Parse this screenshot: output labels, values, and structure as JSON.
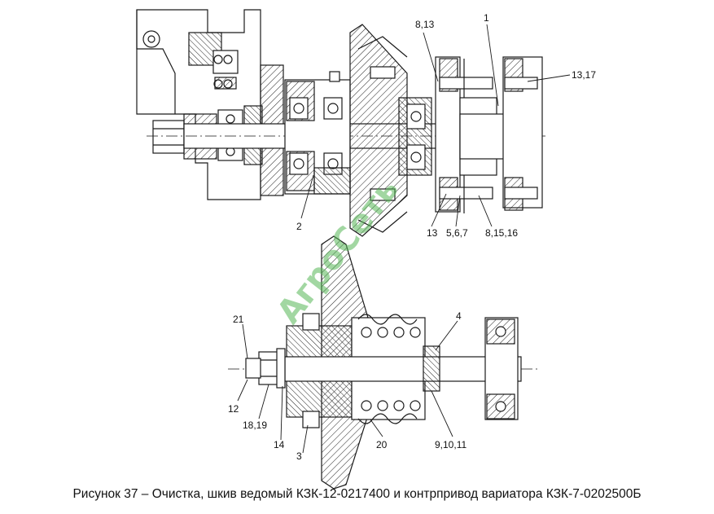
{
  "labels": {
    "l_8_13": "8,13",
    "l_1": "1",
    "l_13_17": "13,17",
    "l_2": "2",
    "l_13": "13",
    "l_5_6_7": "5,6,7",
    "l_8_15_16": "8,15,16",
    "l_4": "4",
    "l_21": "21",
    "l_12": "12",
    "l_18_19": "18,19",
    "l_14": "14",
    "l_3": "3",
    "l_20": "20",
    "l_9_10_11": "9,10,11"
  },
  "watermark": "АгроСеть",
  "caption": "Рисунок 37 – Очистка, шкив ведомый КЗК-12-0217400 и контрпривод вариатора КЗК-7-0202500Б",
  "colors": {
    "line": "#1a1a1a",
    "watermark": "#57b857"
  }
}
